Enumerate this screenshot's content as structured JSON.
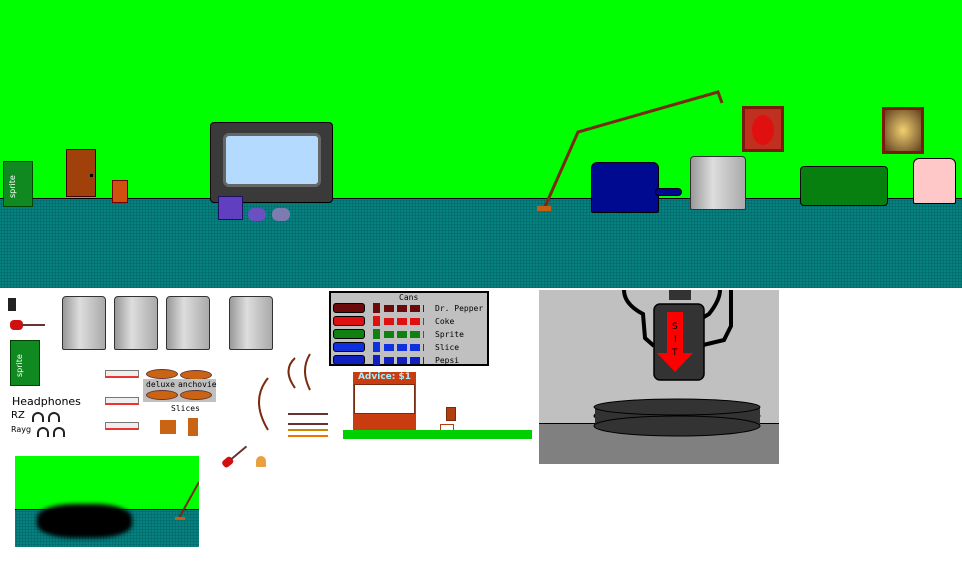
{
  "room": {
    "wall_color": "#00ff00",
    "floor_color": "#078080",
    "objects": [
      "sprite-machine",
      "door",
      "crate",
      "tv",
      "gamecube",
      "controllers",
      "floor-lamp",
      "blue-couch",
      "fridge",
      "poster-robot",
      "green-couch",
      "poster-bionicle",
      "pink-armchair"
    ]
  },
  "sprite_machine": {
    "label": "sprite"
  },
  "headphones": {
    "title": "Headphones",
    "rows": [
      "RZ",
      "Rayg"
    ]
  },
  "pizza": {
    "labels": [
      "deluxe",
      "anchovie"
    ],
    "slices_label": "Slices"
  },
  "cans": {
    "title": "Cans",
    "flavors": [
      {
        "name": "Dr. Pepper",
        "color": "#6a0a0a"
      },
      {
        "name": "Coke",
        "color": "#e01010"
      },
      {
        "name": "Sprite",
        "color": "#108010"
      },
      {
        "name": "Slice",
        "color": "#1030e0"
      },
      {
        "name": "Pepsi",
        "color": "#1020c0"
      }
    ]
  },
  "advice_stand": {
    "sign": "Advice: $1"
  },
  "sit_scene": {
    "label_letters": [
      "S",
      "I",
      "T"
    ]
  }
}
